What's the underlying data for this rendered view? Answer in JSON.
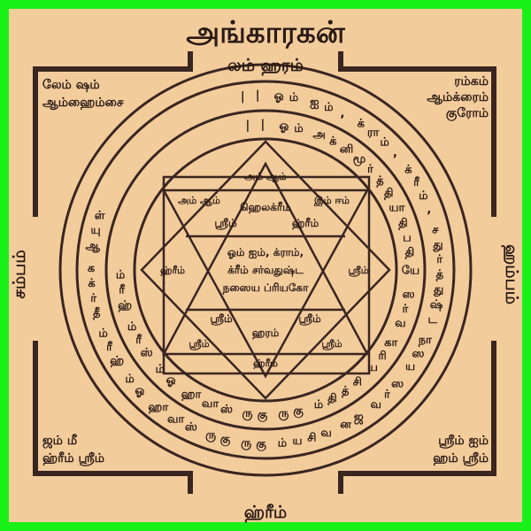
{
  "title": "அங்காரகன்",
  "sides": {
    "top": "லம் ஹரம்",
    "bottom": "ஹ்ரீம்",
    "left": "சம்பம்",
    "right": "ஹம்பம்"
  },
  "corners": {
    "top_left": [
      "லேம் ஷம்",
      "ஆம்ஹைம்சை"
    ],
    "top_right": [
      "ரம்கம்",
      "ஆம்க்ரைம்",
      "குரோம்"
    ],
    "bottom_left": [
      "ஜம் மீ",
      "ஹ்ரீம் ஸ்ரீம்"
    ],
    "bottom_right": [
      "ஸ்ரீம் ஐம்",
      "ஹம் ஸ்ரீம்"
    ]
  },
  "ring_outer": "|| ஓம் ஐம், க்ராம், க்ரீம், சதுர்த்துஷ்ட நாஸய ஸர்வ ஜன வசியம் குரு குரு ஸ்வாஹா ஓம் ஹ்ரீம் தீர்க்க ஆயுள்",
  "ring_inner": "|| ஓம் அக்னிமூர்த்தியாதிபதியே ஸர்வ காரிய சித்திம் குரு குரு ஸ்வாஹா ஓம் ஸ்ரீம் ஹ்ரீம்",
  "triangles": {
    "top": "அம் ஆம்",
    "upper_left": "அம் ஆம்",
    "upper_right": "இம் ஈம்",
    "lower_left": "ஸ்ரீம்",
    "lower_right": "ஸ்ரீம்",
    "bottom": "ஹ்ரீம்",
    "left": "ஹ்ரீம்",
    "right": "ஸ்ரீம்"
  },
  "inner_cells": {
    "upper_left": "ஸ்ரீம்",
    "upper_right": "ஹ்ரீம்",
    "top": "ஹெலக்ரீம்",
    "lower_left": "ஸ்ரீம்",
    "lower_mid": "ஹரம்",
    "lower_right": "ஸ்ரீம்"
  },
  "center": [
    "ஓம் ஐம், க்ராம்,",
    "க்ரீம் சர்வதுஷ்ட",
    "நஸைய ப்ரியகோ"
  ]
}
